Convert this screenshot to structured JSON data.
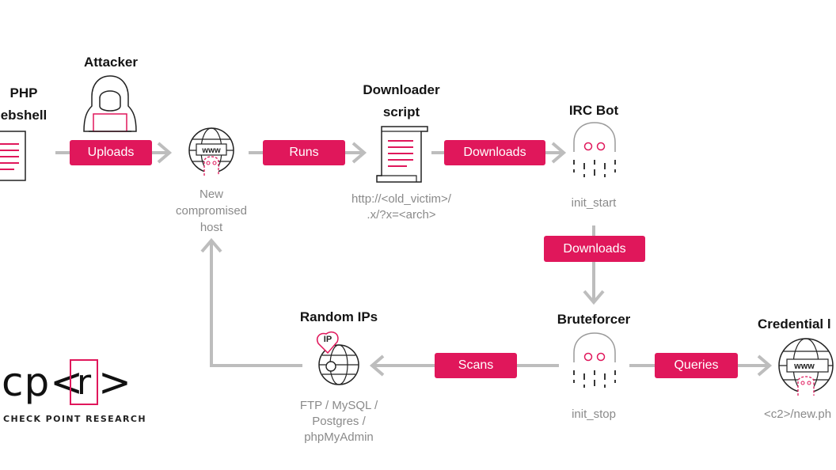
{
  "nodes": {
    "php_webshell": {
      "title_line1": "PHP",
      "title_line2": "ebshell"
    },
    "attacker": {
      "title": "Attacker"
    },
    "compromised_host": {
      "caption_line1": "New",
      "caption_line2": "compromised",
      "caption_line3": "host"
    },
    "downloader": {
      "title_line1": "Downloader",
      "title_line2": "script",
      "caption_line1": "http://<old_victim>/",
      "caption_line2": ".x/?x=<arch>"
    },
    "irc_bot": {
      "title": "IRC Bot",
      "caption": "init_start"
    },
    "bruteforcer": {
      "title": "Bruteforcer",
      "caption": "init_stop"
    },
    "random_ips": {
      "title": "Random IPs",
      "badge": "IP",
      "caption_line1": "FTP / MySQL /",
      "caption_line2": "Postgres /",
      "caption_line3": "phpMyAdmin"
    },
    "credential": {
      "title": "Credential l",
      "caption": "<c2>/new.ph"
    }
  },
  "edges": {
    "uploads": "Uploads",
    "runs": "Runs",
    "downloads_1": "Downloads",
    "downloads_2": "Downloads",
    "scans": "Scans",
    "queries": "Queries"
  },
  "icons": {
    "www": "www",
    "document": "document-icon",
    "ghost": "ghost-icon",
    "globe": "globe-icon",
    "hacker": "hacker-icon"
  },
  "logo": {
    "text_left": "cp<",
    "text_r": "r",
    "text_right": ">",
    "subtitle": "CHECK POINT RESEARCH"
  },
  "colors": {
    "accent": "#e0175b",
    "arrow": "#bdbdbd",
    "caption": "#8a8a8a",
    "ghost_stroke": "#9a9a9a"
  }
}
